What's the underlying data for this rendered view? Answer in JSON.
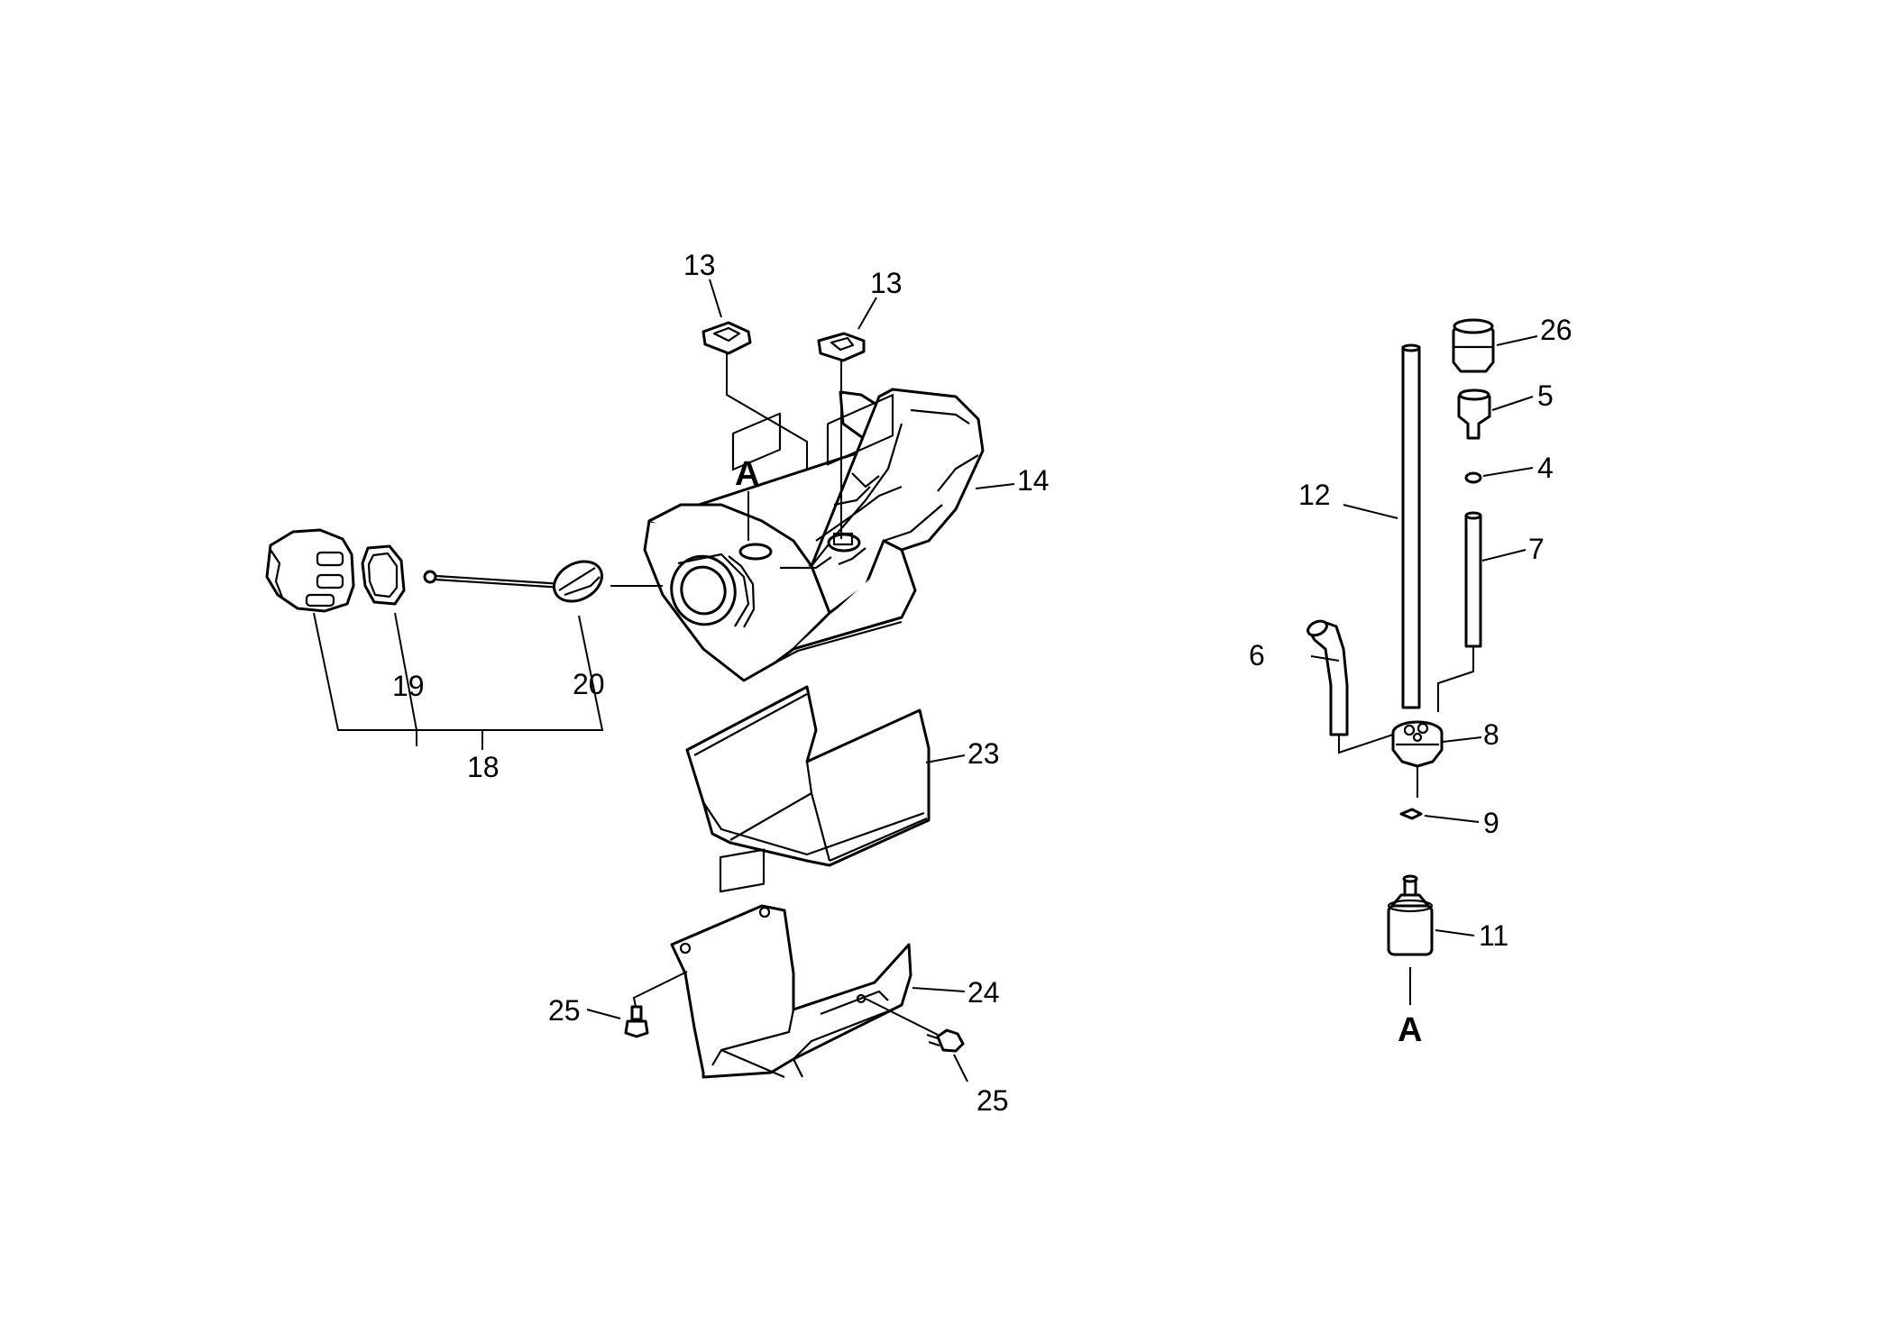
{
  "labels": {
    "p13a": "13",
    "p13b": "13",
    "p14": "14",
    "pA1": "A",
    "p18": "18",
    "p19": "19",
    "p20": "20",
    "p23": "23",
    "p24": "24",
    "p25a": "25",
    "p25b": "25",
    "p26": "26",
    "p5": "5",
    "p4": "4",
    "p12": "12",
    "p7": "7",
    "p6": "6",
    "p8": "8",
    "p9": "9",
    "p11": "11",
    "pA2": "A"
  }
}
